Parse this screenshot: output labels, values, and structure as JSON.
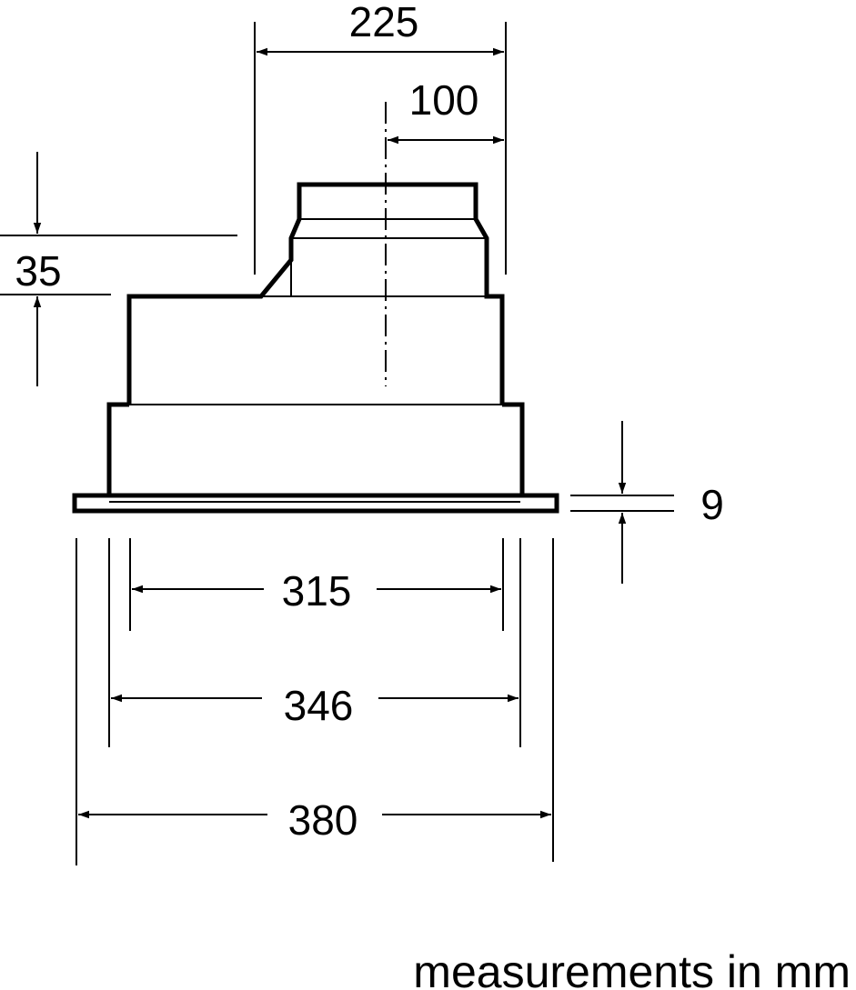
{
  "dimensions": {
    "depth_total": "225",
    "duct_center_offset": "100",
    "duct_step_height": "35",
    "flange_thickness": "9",
    "inner_width": "315",
    "middle_width": "346",
    "outer_width": "380"
  },
  "footnote": "measurements in mm",
  "colors": {
    "line": "#000000",
    "background": "#ffffff"
  }
}
